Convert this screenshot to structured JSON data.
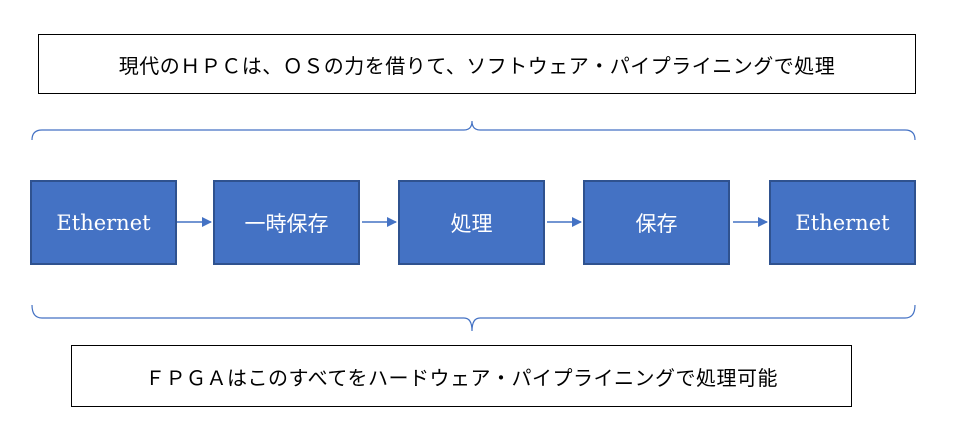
{
  "colors": {
    "step_fill": "#4472c4",
    "step_border": "#2f528f",
    "connector": "#4472c4"
  },
  "top_box": {
    "text": "現代のＨＰＣは、ＯＳの力を借りて、ソフトウェア・パイプライニングで処理"
  },
  "pipeline": {
    "steps": [
      {
        "label": "Ethernet"
      },
      {
        "label": "一時保存"
      },
      {
        "label": "処理"
      },
      {
        "label": "保存"
      },
      {
        "label": "Ethernet"
      }
    ]
  },
  "bottom_box": {
    "text": "ＦＰＧＡはこのすべてをハードウェア・パイプライニングで処理可能"
  }
}
